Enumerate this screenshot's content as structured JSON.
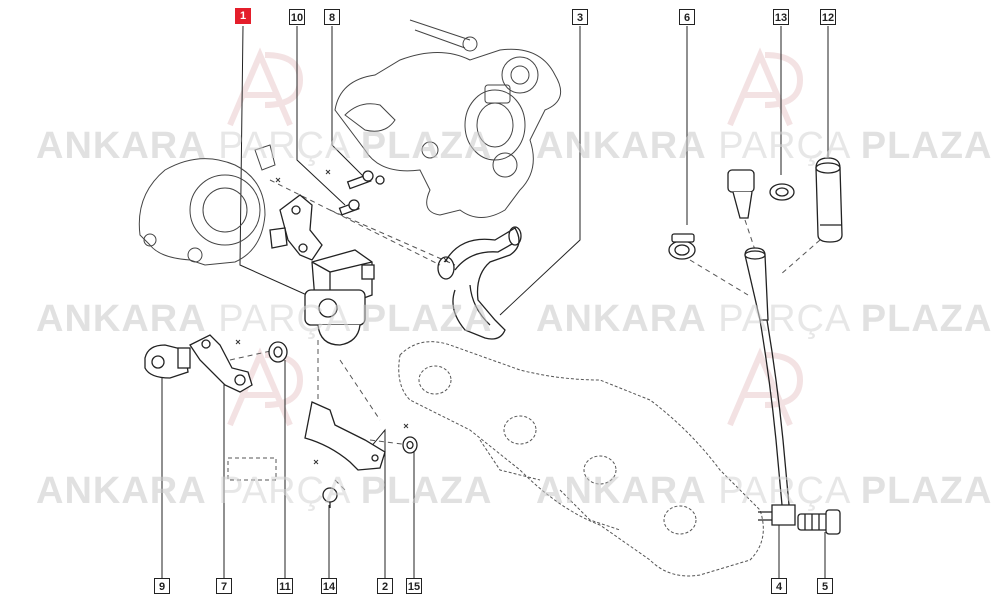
{
  "watermark": {
    "brand_word_1": "ANKARA",
    "brand_word_2": "PARÇA",
    "brand_word_3": "PLAZA"
  },
  "callouts": {
    "top": [
      "1",
      "10",
      "8",
      "3",
      "6",
      "13",
      "12"
    ],
    "bottom": [
      "9",
      "7",
      "11",
      "14",
      "2",
      "15",
      "4",
      "5"
    ],
    "active": "1"
  },
  "colors": {
    "accent": "#e41e2b",
    "line": "#222222",
    "watermark": "#c9c9c9"
  }
}
